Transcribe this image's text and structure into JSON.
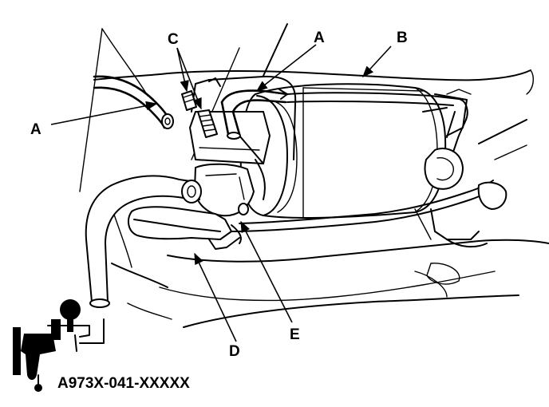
{
  "labels": {
    "a_left": "A",
    "a_top": "A",
    "b": "B",
    "c": "C",
    "d": "D",
    "e": "E"
  },
  "figure_code": "A973X-041-XXXXX"
}
